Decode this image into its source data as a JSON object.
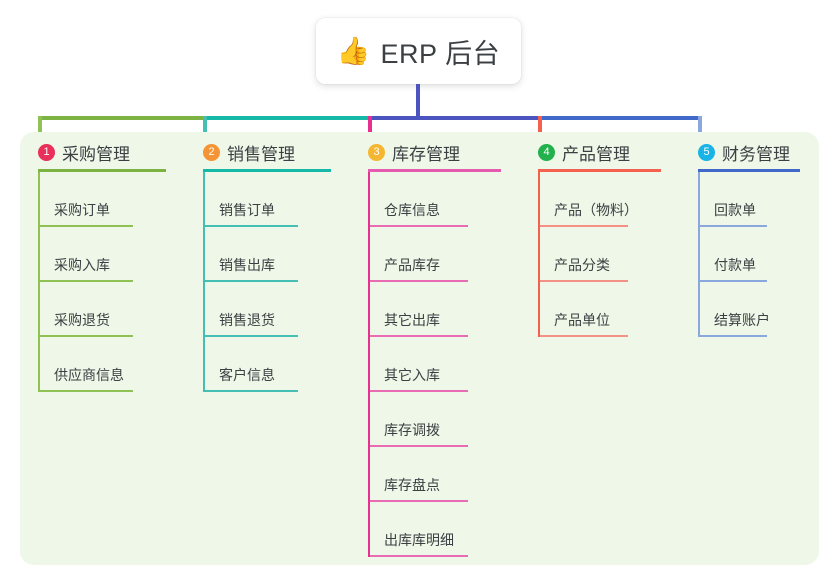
{
  "diagram": {
    "type": "mind-map",
    "background": "#ffffff",
    "panel_color": "#eef7e8",
    "root": {
      "icon": "thumbs-up-icon",
      "icon_glyph": "👍",
      "title": "ERP 后台"
    },
    "connector": {
      "root_stem_color": "#4c54bf",
      "bus_segments": [
        {
          "color": "#7cb342"
        },
        {
          "color": "#16b8a8"
        },
        {
          "color": "#4c54bf"
        },
        {
          "color": "#4169c9"
        }
      ]
    },
    "columns": [
      {
        "index": "1",
        "title": "采购管理",
        "badge_color": "#e8305a",
        "rule_color": "#7cb342",
        "leaf_rule_color": "#8fc155",
        "spine_color": "#8fc155",
        "items": [
          {
            "label": "采购订单"
          },
          {
            "label": "采购入库"
          },
          {
            "label": "采购退货"
          },
          {
            "label": "供应商信息"
          }
        ]
      },
      {
        "index": "2",
        "title": "销售管理",
        "badge_color": "#f59434",
        "rule_color": "#16b8a8",
        "leaf_rule_color": "#44bfb4",
        "spine_color": "#44bfb4",
        "items": [
          {
            "label": "销售订单"
          },
          {
            "label": "销售出库"
          },
          {
            "label": "销售退货"
          },
          {
            "label": "客户信息"
          }
        ]
      },
      {
        "index": "3",
        "title": "库存管理",
        "badge_color": "#f5b731",
        "rule_color": "#e55bb0",
        "leaf_rule_color": "#e86bb4",
        "spine_color": "#e8318f",
        "items": [
          {
            "label": "仓库信息"
          },
          {
            "label": "产品库存"
          },
          {
            "label": "其它出库"
          },
          {
            "label": "其它入库"
          },
          {
            "label": "库存调拨"
          },
          {
            "label": "库存盘点"
          },
          {
            "label": "出库库明细"
          }
        ]
      },
      {
        "index": "4",
        "title": "产品管理",
        "badge_color": "#22b14c",
        "rule_color": "#f4614f",
        "leaf_rule_color": "#f59084",
        "spine_color": "#f4614f",
        "items": [
          {
            "label": "产品（物料）"
          },
          {
            "label": "产品分类"
          },
          {
            "label": "产品单位"
          }
        ]
      },
      {
        "index": "5",
        "title": "财务管理",
        "badge_color": "#19b3e6",
        "rule_color": "#4169c9",
        "leaf_rule_color": "#8aa8de",
        "spine_color": "#8aa8de",
        "items": [
          {
            "label": "回款单"
          },
          {
            "label": "付款单"
          },
          {
            "label": "结算账户"
          }
        ]
      }
    ]
  }
}
